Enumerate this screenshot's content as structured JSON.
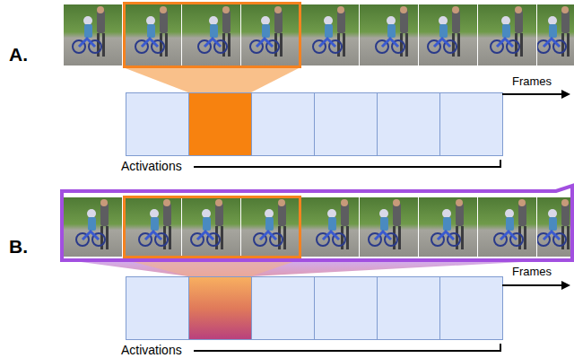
{
  "diagram": {
    "labels": [
      "A.",
      "Frames",
      "Activations",
      "B.",
      "Frames",
      "Activations"
    ]
  }
}
